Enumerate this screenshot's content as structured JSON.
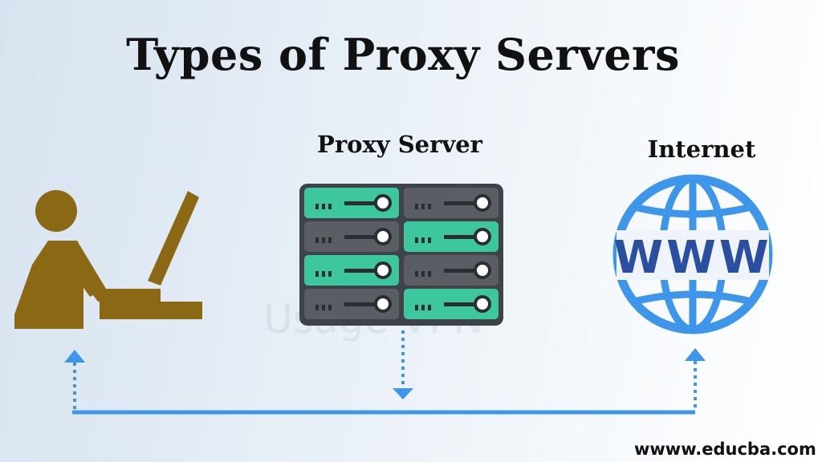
{
  "diagram": {
    "title": "Types of Proxy Servers",
    "nodes": {
      "user": {
        "icon": "person-at-computer-icon"
      },
      "proxy": {
        "label": "Proxy Server",
        "icon": "server-rack-icon"
      },
      "internet": {
        "label": "Internet",
        "icon": "globe-www-icon",
        "globe_text": "WWW"
      }
    },
    "watermark": "Usage VPN",
    "footer": "wwww.educba.com",
    "colors": {
      "user": "#8b6914",
      "globe": "#3d96ea",
      "www_text": "#2a4fa0",
      "server_dark": "#5a5d63",
      "server_teal": "#3cc79f",
      "connector": "#3d96ea"
    }
  }
}
